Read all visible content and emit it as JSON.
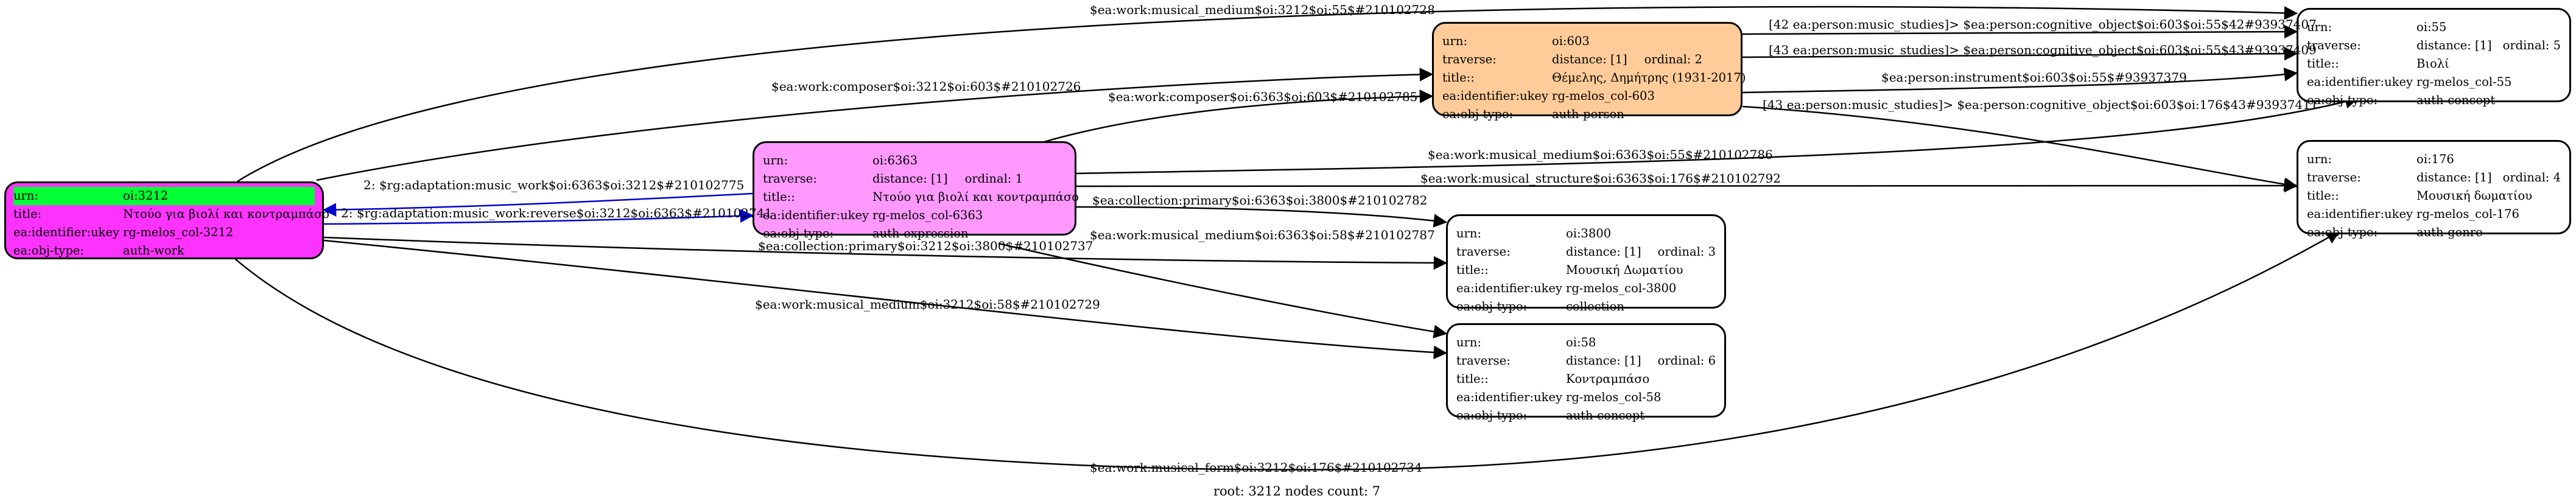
{
  "nodes": {
    "n3212": {
      "fill": "#ff33ff",
      "rows": [
        {
          "k": "urn:",
          "v": "oi:3212",
          "highlight": true
        },
        {
          "k": "title:",
          "v": "Ντούο για βιολί και κοντραμπάσο"
        },
        {
          "k": "ea:identifier:ukey",
          "v": "rg-melos_col-3212"
        },
        {
          "k": "ea:obj-type:",
          "v": "auth-work"
        }
      ]
    },
    "n6363": {
      "fill": "#ff99ff",
      "rows": [
        {
          "k": "urn:",
          "v": "oi:6363"
        },
        {
          "k": "traverse:",
          "v": "distance: [1]",
          "v2": "ordinal: 1"
        },
        {
          "k": "title::",
          "v": "Ντούο για βιολί και κοντραμπάσο"
        },
        {
          "k": "ea:identifier:ukey",
          "v": "rg-melos_col-6363"
        },
        {
          "k": "ea:obj-type:",
          "v": "auth-expression"
        }
      ]
    },
    "n603": {
      "fill": "#ffcc99",
      "rows": [
        {
          "k": "urn:",
          "v": "oi:603"
        },
        {
          "k": "traverse:",
          "v": "distance: [1]",
          "v2": "ordinal: 2"
        },
        {
          "k": "title::",
          "v": "Θέμελης, Δημήτρης (1931-2017)"
        },
        {
          "k": "ea:identifier:ukey",
          "v": "rg-melos_col-603"
        },
        {
          "k": "ea:obj-type:",
          "v": "auth-person"
        }
      ]
    },
    "n3800": {
      "fill": "#ffffff",
      "rows": [
        {
          "k": "urn:",
          "v": "oi:3800"
        },
        {
          "k": "traverse:",
          "v": "distance: [1]",
          "v2": "ordinal: 3"
        },
        {
          "k": "title::",
          "v": "Μουσική Δωματίου"
        },
        {
          "k": "ea:identifier:ukey",
          "v": "rg-melos_col-3800"
        },
        {
          "k": "ea:obj-type:",
          "v": "collection"
        }
      ]
    },
    "n58": {
      "fill": "#ffffff",
      "rows": [
        {
          "k": "urn:",
          "v": "oi:58"
        },
        {
          "k": "traverse:",
          "v": "distance: [1]",
          "v2": "ordinal: 6"
        },
        {
          "k": "title::",
          "v": "Κοντραμπάσο"
        },
        {
          "k": "ea:identifier:ukey",
          "v": "rg-melos_col-58"
        },
        {
          "k": "ea:obj-type:",
          "v": "auth-concept"
        }
      ]
    },
    "n55": {
      "fill": "#ffffff",
      "rows": [
        {
          "k": "urn:",
          "v": "oi:55"
        },
        {
          "k": "traverse:",
          "v": "distance: [1]",
          "v2": "ordinal: 5"
        },
        {
          "k": "title::",
          "v": "Βιολί"
        },
        {
          "k": "ea:identifier:ukey",
          "v": "rg-melos_col-55"
        },
        {
          "k": "ea:obj-type:",
          "v": "auth-concept"
        }
      ]
    },
    "n176": {
      "fill": "#ffffff",
      "rows": [
        {
          "k": "urn:",
          "v": "oi:176"
        },
        {
          "k": "traverse:",
          "v": "distance: [1]",
          "v2": "ordinal: 4"
        },
        {
          "k": "title::",
          "v": "Μουσική δωματίου"
        },
        {
          "k": "ea:identifier:ukey",
          "v": "rg-melos_col-176"
        },
        {
          "k": "ea:obj-type:",
          "v": "auth-genre"
        }
      ]
    }
  },
  "edges": {
    "e1": "$ea:work:musical_medium$oi:3212$oi:55$#210102728",
    "e2": "$ea:work:composer$oi:3212$oi:603$#210102726",
    "e3": "$ea:work:composer$oi:6363$oi:603$#210102785",
    "e4": "[42 ea:person:music_studies]> $ea:person:cognitive_object$oi:603$oi:55$42#93937407",
    "e5": "[43 ea:person:music_studies]> $ea:person:cognitive_object$oi:603$oi:55$43#93937409",
    "e6": "$ea:person:instrument$oi:603$oi:55$#93937379",
    "e7": "[43 ea:person:music_studies]> $ea:person:cognitive_object$oi:603$oi:176$43#93937411",
    "e8": "2: $rg:adaptation:music_work$oi:6363$oi:3212$#210102775",
    "e9": "2: $rg:adaptation:music_work:reverse$oi:3212$oi:6363$#210102741",
    "e10": "$ea:work:musical_medium$oi:6363$oi:55$#210102786",
    "e11": "$ea:work:musical_structure$oi:6363$oi:176$#210102792",
    "e12": "$ea:collection:primary$oi:6363$oi:3800$#210102782",
    "e13": "$ea:collection:primary$oi:3212$oi:3800$#210102737",
    "e14": "$ea:work:musical_medium$oi:6363$oi:58$#210102787",
    "e15": "$ea:work:musical_medium$oi:3212$oi:58$#210102729",
    "e16": "$ea:work:musical_form$oi:3212$oi:176$#210102734"
  },
  "footer": "root: 3212 nodes count: 7",
  "colors": {
    "highlight": "#00ff33",
    "blue_edge": "#0000cc",
    "edge": "#000000"
  }
}
